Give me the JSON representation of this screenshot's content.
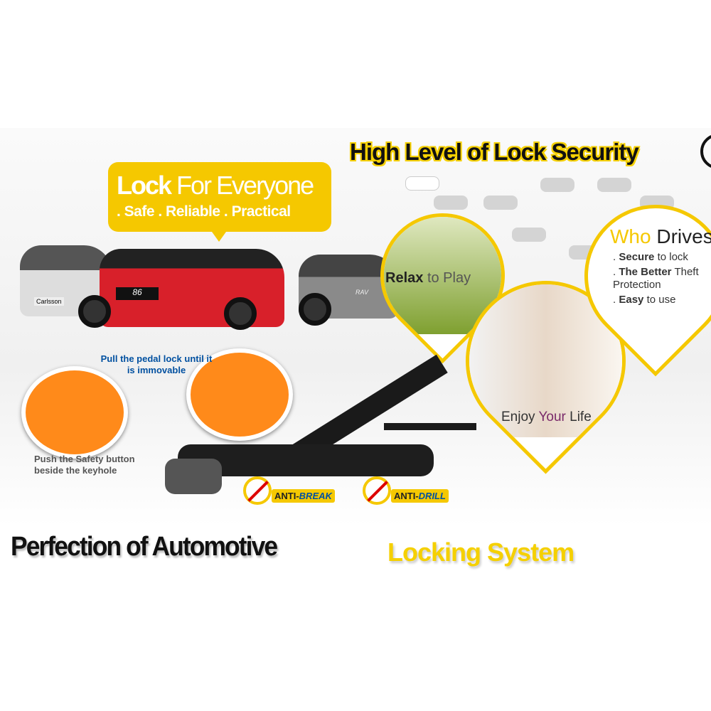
{
  "headline": "High Level of Lock Security",
  "bubble": {
    "word1": "Lock",
    "word2": "For Everyone",
    "tagline": ". Safe . Reliable . Practical"
  },
  "cars": {
    "badge_smart": "Carlsson",
    "badge_toyota86": "86",
    "badge_rav": "RAV"
  },
  "photos": {
    "relax": {
      "w1": "Relax",
      "w2": "to Play"
    },
    "enjoy": {
      "w1": "Enjoy",
      "w2": "Your",
      "w3": "Life"
    }
  },
  "who": {
    "title1": "Who",
    "title2": "Drives",
    "items": [
      {
        "bold": "Secure",
        "rest": "to lock"
      },
      {
        "bold": "The Better",
        "rest": "Theft Protection"
      },
      {
        "bold": "Easy",
        "rest": "to use"
      }
    ]
  },
  "instructions": {
    "pull": "Pull the pedal lock until it is immovable",
    "push": "Push the Safety button beside the keyhole"
  },
  "badges": {
    "break_prefix": "ANTI-",
    "break": "BREAK",
    "drill_prefix": "ANTI-",
    "drill": "DRILL"
  },
  "footer": {
    "title": "Perfection of Automotive",
    "subtitle": "Locking System"
  },
  "colors": {
    "accent": "#f5c800",
    "blue": "#0050a0",
    "orange": "#ff8a1a"
  }
}
